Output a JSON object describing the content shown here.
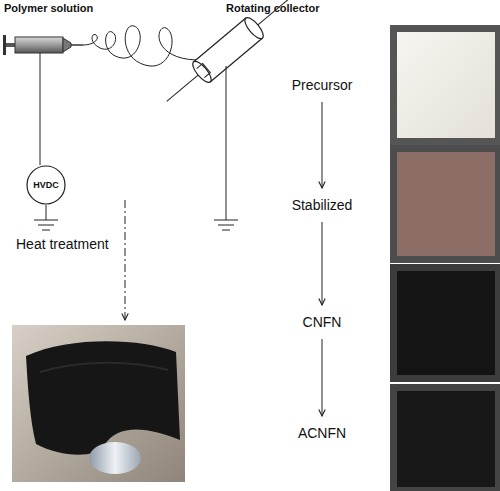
{
  "diagram": {
    "nodes": [
      {
        "text": [
          "Precursor"
        ]
      },
      {
        "text": [
          "Stabilized"
        ]
      },
      {
        "text": [
          "CNFN"
        ]
      },
      {
        "text": [
          "ACNFN"
        ]
      },
      {
        "text": [
          "HVDC"
        ]
      }
    ],
    "edges": [
      {
        "from": 0,
        "to": 1,
        "arrow": "to"
      },
      {
        "from": 1,
        "to": 2,
        "arrow": "to"
      },
      {
        "from": 2,
        "to": 3,
        "arrow": "to"
      }
    ],
    "labels": [
      "Polymer solution",
      "Rotating collector",
      "Heat treatment"
    ]
  }
}
